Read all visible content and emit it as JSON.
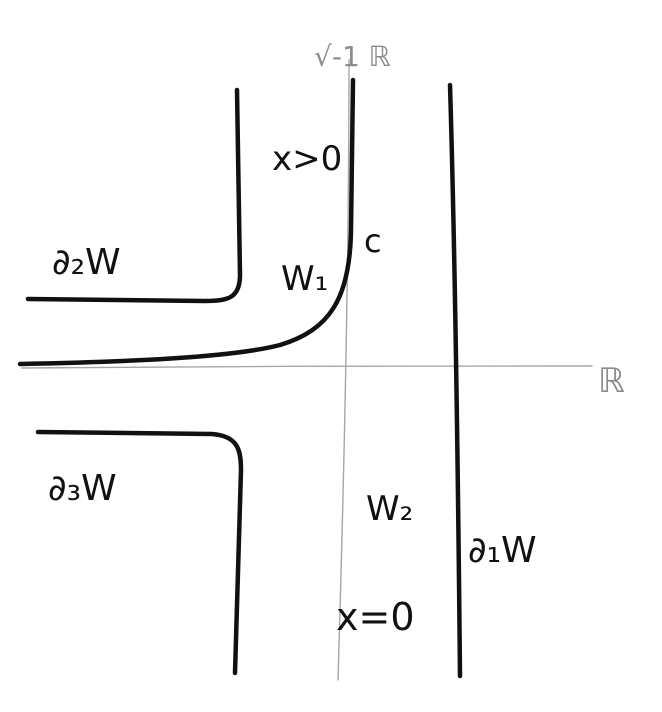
{
  "axes": {
    "real_axis_label": "ℝ",
    "imaginary_axis_label": "√-1 ℝ"
  },
  "labels": {
    "boundary_1": "∂₁W",
    "boundary_2": "∂₂W",
    "boundary_3": "∂₃W",
    "region_1": "W₁",
    "region_2": "W₂",
    "condition_positive": "x>0",
    "condition_zero": "x=0",
    "point_c": "c"
  },
  "colors": {
    "ink": "#111111",
    "axis": "#a6a6a6",
    "axis_label": "#8c8c8c",
    "background": "#ffffff"
  }
}
